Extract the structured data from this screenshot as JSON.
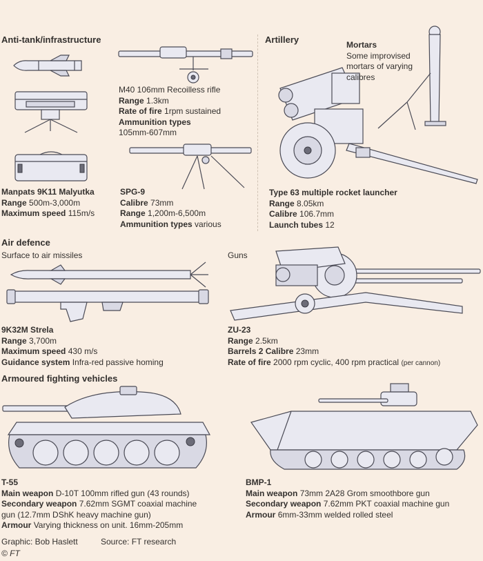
{
  "sections": {
    "anti_tank": "Anti-tank/infrastructure",
    "artillery": "Artillery",
    "air_defence": "Air defence",
    "air_defence_sub": "Surface to air missiles",
    "guns_sub": "Guns",
    "afv": "Armoured fighting vehicles"
  },
  "weapons": {
    "m40": {
      "name": "M40 106mm Recoilless rifle",
      "rows": [
        {
          "label": "Range",
          "value": "1.3km"
        },
        {
          "label": "Rate of fire",
          "value": "1rpm sustained"
        },
        {
          "label": "Ammunition types",
          "value": ""
        },
        {
          "label": "",
          "value": "105mm-607mm"
        }
      ]
    },
    "malyutka": {
      "name": "Manpats 9K11 Malyutka",
      "rows": [
        {
          "label": "Range",
          "value": "500m-3,000m"
        },
        {
          "label": "Maximum speed",
          "value": "115m/s"
        }
      ]
    },
    "spg9": {
      "name": "SPG-9",
      "rows": [
        {
          "label": "Calibre",
          "value": "73mm"
        },
        {
          "label": "Range",
          "value": "1,200m-6,500m"
        },
        {
          "label": "Ammunition types",
          "value": "various"
        }
      ]
    },
    "mortars": {
      "name": "Mortars",
      "lines": [
        "Some improvised",
        "mortars of varying",
        "calibres"
      ]
    },
    "type63": {
      "name": "Type 63 multiple rocket launcher",
      "rows": [
        {
          "label": "Range",
          "value": "8.05km"
        },
        {
          "label": "Calibre",
          "value": "106.7mm"
        },
        {
          "label": "Launch tubes",
          "value": "12"
        }
      ]
    },
    "strela": {
      "name": "9K32M Strela",
      "rows": [
        {
          "label": "Range",
          "value": "3,700m"
        },
        {
          "label": "Maximum speed",
          "value": "430 m/s"
        },
        {
          "label": "Guidance system",
          "value": "Infra-red passive homing"
        }
      ]
    },
    "zu23": {
      "name": "ZU-23",
      "rows": [
        {
          "label": "Range",
          "value": "2.5km"
        },
        {
          "label": "Barrels 2 Calibre",
          "value": "23mm"
        },
        {
          "label": "Rate of fire",
          "value": "2000 rpm cyclic, 400 rpm practical",
          "note": "(per cannon)"
        }
      ]
    },
    "t55": {
      "name": "T-55",
      "rows": [
        {
          "label": "Main weapon",
          "value": "D-10T 100mm rifled gun (43 rounds)"
        },
        {
          "label": "Secondary weapon",
          "value": "7.62mm SGMT coaxial machine"
        },
        {
          "label": "",
          "value": "gun (12.7mm DShK heavy machine gun)"
        },
        {
          "label": "Armour",
          "value": "Varying thickness on unit. 16mm-205mm"
        }
      ]
    },
    "bmp1": {
      "name": "BMP-1",
      "rows": [
        {
          "label": "Main weapon",
          "value": "73mm 2A28 Grom smoothbore gun"
        },
        {
          "label": "Secondary weapon",
          "value": "7.62mm PKT coaxial machine gun"
        },
        {
          "label": "Armour",
          "value": "6mm-33mm welded rolled steel"
        }
      ]
    }
  },
  "footer": {
    "graphic": "Graphic: Bob Haslett",
    "source": "Source: FT research",
    "copyright": "© FT"
  }
}
